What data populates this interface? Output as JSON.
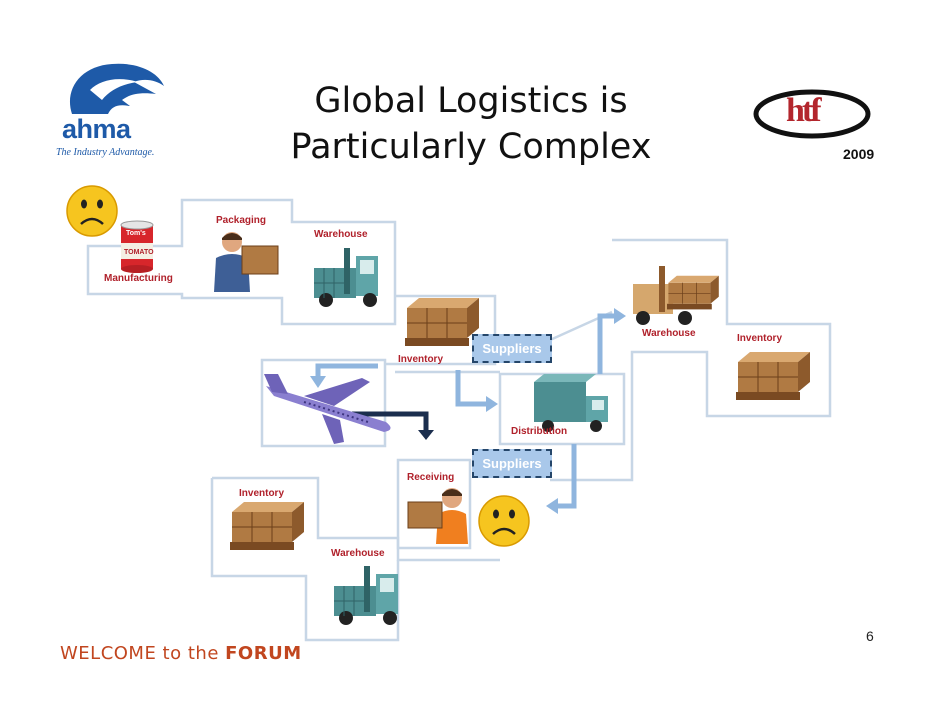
{
  "slide": {
    "title_line1": "Global Logistics is",
    "title_line2": "Particularly Complex",
    "page_number": "6",
    "footer_prefix": "WELCOME to the ",
    "footer_bold": "FORUM"
  },
  "logos": {
    "left_wordmark": "ahma",
    "left_tagline": "The Industry Advantage.",
    "right_mark": "htf",
    "right_year": "2009"
  },
  "can_labels": {
    "brand": "Tom's",
    "product": "TOMATO"
  },
  "diagram": {
    "manufacturing": "Manufacturing",
    "packaging": "Packaging",
    "warehouse_top": "Warehouse",
    "inventory_mid": "Inventory",
    "suppliers_upper": "Suppliers",
    "suppliers_lower": "Suppliers",
    "distribution": "Distribution",
    "warehouse_right": "Warehouse",
    "inventory_right": "Inventory",
    "receiving": "Receiving",
    "inventory_lower": "Inventory",
    "warehouse_lower": "Warehouse"
  },
  "colors": {
    "label_red": "#b0212b",
    "suppliers_fill": "#a9c8ea",
    "suppliers_border": "#25466a",
    "footer_orange": "#c1461f",
    "logo_blue": "#1e5aa8",
    "frame_line": "#c7d6e6",
    "arrow_blue": "#8fb5de",
    "smiley_yellow": "#f6c51f"
  },
  "icons": [
    "eagle-logo-icon",
    "sad-face-icon",
    "tomato-can-icon",
    "worker-icon",
    "forklift-icon",
    "pallet-boxes-icon",
    "airplane-icon",
    "truck-icon"
  ]
}
